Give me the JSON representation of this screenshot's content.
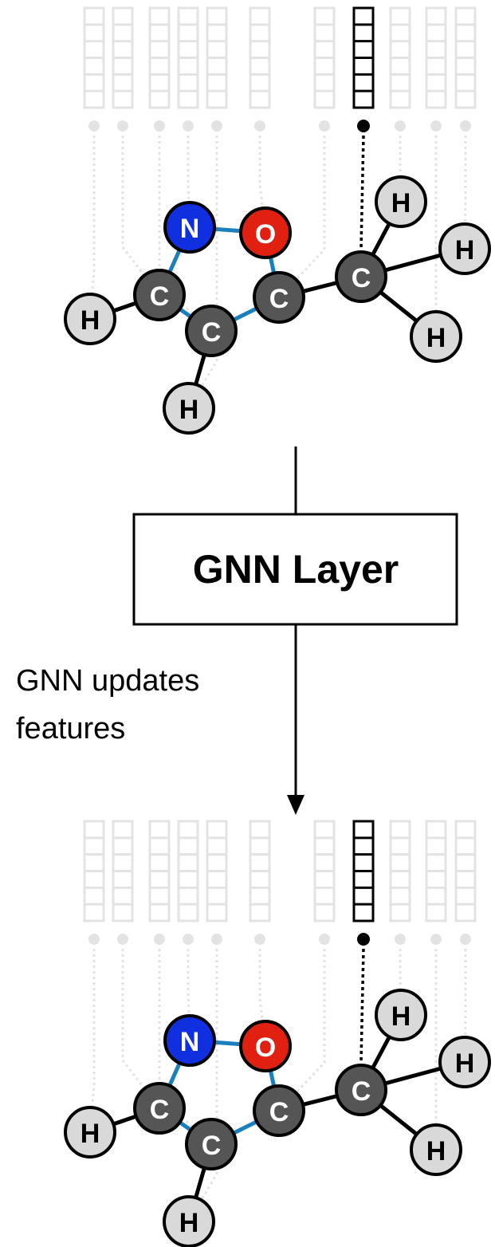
{
  "layer_box": {
    "label": "GNN Layer"
  },
  "annotation": {
    "line1": "GNN updates",
    "line2": "features"
  },
  "atoms": [
    {
      "id": "h_left",
      "element": "H",
      "fill": "#d9d9d9",
      "text": "#000000"
    },
    {
      "id": "c1",
      "element": "C",
      "fill": "#555555",
      "text": "#ffffff"
    },
    {
      "id": "n",
      "element": "N",
      "fill": "#1030e0",
      "text": "#ffffff"
    },
    {
      "id": "o",
      "element": "O",
      "fill": "#e02010",
      "text": "#ffffff"
    },
    {
      "id": "c2",
      "element": "C",
      "fill": "#555555",
      "text": "#ffffff"
    },
    {
      "id": "c3",
      "element": "C",
      "fill": "#555555",
      "text": "#ffffff"
    },
    {
      "id": "h_bottom",
      "element": "H",
      "fill": "#d9d9d9",
      "text": "#000000"
    },
    {
      "id": "c_methyl",
      "element": "C",
      "fill": "#555555",
      "text": "#ffffff"
    },
    {
      "id": "h_top",
      "element": "H",
      "fill": "#d9d9d9",
      "text": "#000000"
    },
    {
      "id": "h_right",
      "element": "H",
      "fill": "#d9d9d9",
      "text": "#000000"
    },
    {
      "id": "h_lowright",
      "element": "H",
      "fill": "#d9d9d9",
      "text": "#000000"
    }
  ],
  "bonds": [
    {
      "from": "h_left",
      "to": "c1",
      "ring": false
    },
    {
      "from": "c1",
      "to": "n",
      "ring": true
    },
    {
      "from": "n",
      "to": "o",
      "ring": true
    },
    {
      "from": "o",
      "to": "c2",
      "ring": true
    },
    {
      "from": "c2",
      "to": "c3",
      "ring": true
    },
    {
      "from": "c3",
      "to": "c1",
      "ring": true
    },
    {
      "from": "c3",
      "to": "h_bottom",
      "ring": false
    },
    {
      "from": "c2",
      "to": "c_methyl",
      "ring": false
    },
    {
      "from": "c_methyl",
      "to": "h_top",
      "ring": false
    },
    {
      "from": "c_methyl",
      "to": "h_right",
      "ring": false
    },
    {
      "from": "c_methyl",
      "to": "h_lowright",
      "ring": false
    }
  ],
  "feature_vectors": {
    "count": 11,
    "highlighted_atom": "c_methyl",
    "cells_per_vector": 6
  },
  "colors": {
    "ring_bond": "#1a7fbf",
    "bond": "#000000",
    "faded": "#e3e3e3",
    "highlight": "#000000",
    "atom_outline": "#000000"
  }
}
